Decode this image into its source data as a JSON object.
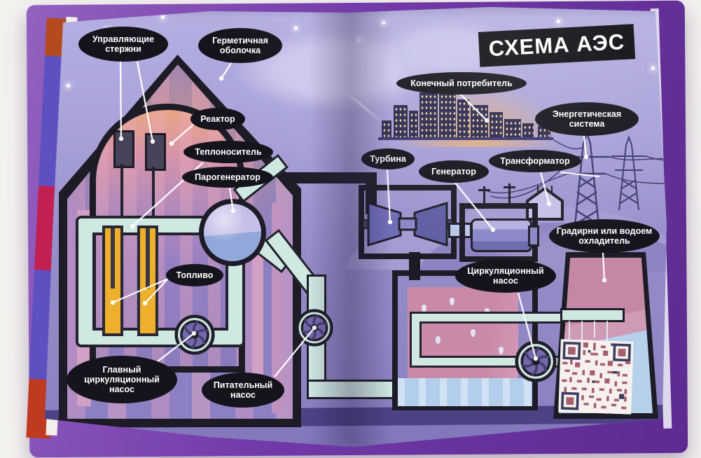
{
  "book_title": "СХЕМА АЭС",
  "labels": {
    "control_rods": "Управляющие стержни",
    "containment": "Герметичная оболочка",
    "reactor": "Реактор",
    "coolant": "Теплоноситель",
    "steam_generator": "Парогенератор",
    "fuel": "Топливо",
    "main_circulation_pump": "Главный циркуляционный насос",
    "feed_pump": "Питательный насос",
    "turbine": "Турбина",
    "generator": "Генератор",
    "end_consumer": "Конечный потребитель",
    "energy_system": "Энергетическая система",
    "transformer": "Трансформатор",
    "cooling_towers": "Градирни или водоем охладитель",
    "circulation_pump": "Циркуляционный насос"
  },
  "colors": {
    "label_bg": "#15141c",
    "label_text": "#ffffff",
    "title_bg": "#0c0b10",
    "title_text": "#ffffff",
    "coolant_pipe": "#cfe8e2",
    "fuel_rod": "#eeb02c",
    "outline": "#1d1c26",
    "page_sky": "#a7a1d8",
    "book_cover": "#7239a8",
    "condenser_pink": "#c98aa9",
    "water": "#b3cdec",
    "qr_module": "#a65f6e"
  },
  "icons": {
    "pump": "impeller-fan",
    "qr_code": "qr-code",
    "power_pylon": "lattice-tower",
    "transformer_house": "substation-house",
    "city": "night-skyline"
  }
}
